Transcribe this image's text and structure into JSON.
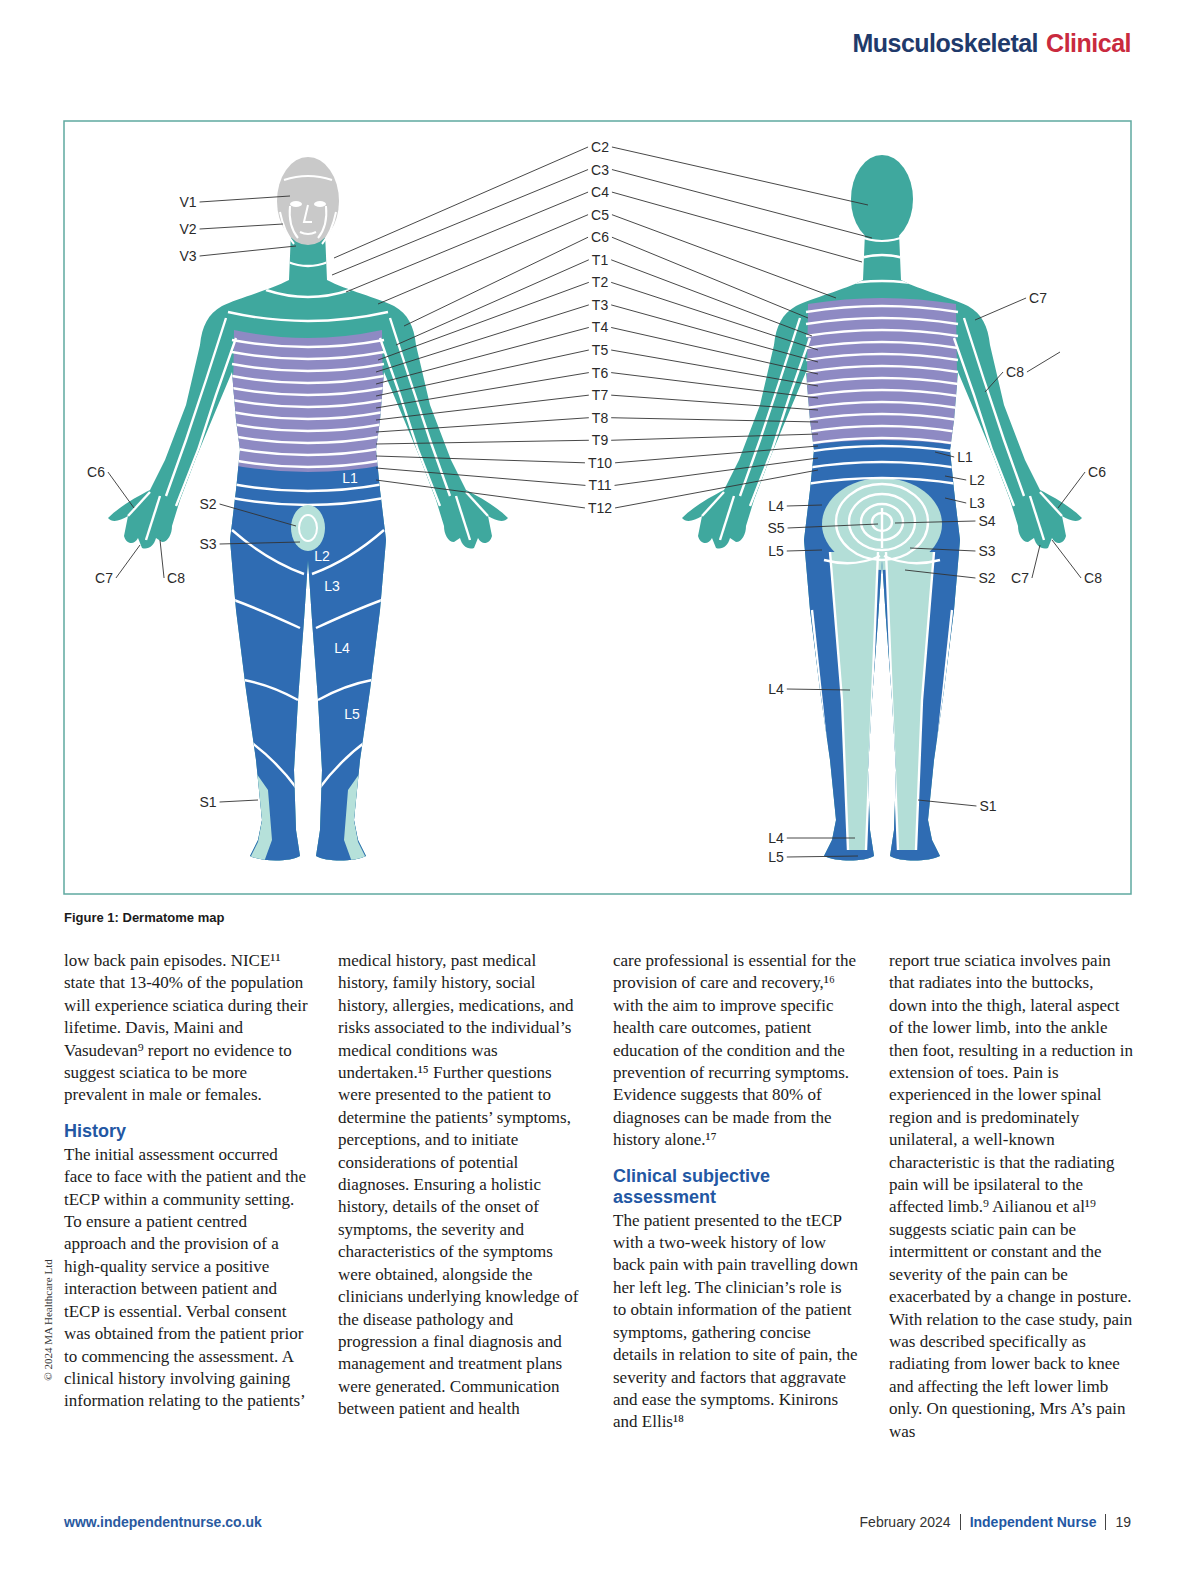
{
  "diagram": {
    "caption": "Figure 1: Dermatome map",
    "labels": [
      "Musculoskeletal",
      "Clinical",
      "C2",
      "C3",
      "C4",
      "C5",
      "C6",
      "T1",
      "T2",
      "T3",
      "T4",
      "T5",
      "T6",
      "T7",
      "T8",
      "T9",
      "T10",
      "T11",
      "T12",
      "V1",
      "V2",
      "V3",
      "C6",
      "S2",
      "S3",
      "C7",
      "C8",
      "S1",
      "L1",
      "L2",
      "L3",
      "L4",
      "L5",
      "C7",
      "C8",
      "L1",
      "L2",
      "L3",
      "S4",
      "S3",
      "S2",
      "C7",
      "C8",
      "C6",
      "S1",
      "L4",
      "S5",
      "L5",
      "L4",
      "L4",
      "L5",
      "low back pain episodes. NICE¹¹ state that 13-40% of the population will experience sciatica during their lifetime. Davis, Maini and Vasudevan⁹ report no evidence to suggest sciatica to be more prevalent in male or females.",
      "History",
      "The initial assessment occurred face to face with the patient and the tECP within a community setting. To ensure a patient centred approach and the provision of a high-quality service a positive interaction between patient and tECP is essential. Verbal consent was obtained from the patient prior to commencing the assessment. A clinical history involving gaining information relating to the patients’",
      "medical history, past medical history, family history, social history, allergies, medications, and risks associated to the individual’s medical conditions was undertaken.¹⁵ Further questions were presented to the patient to determine the patients’ symptoms, perceptions, and to initiate considerations of potential diagnoses. Ensuring a holistic history, details of the onset of symptoms, the severity and characteristics of the symptoms were obtained, alongside the clinicians underlying knowledge of the disease pathology and progression a final diagnosis and management and treatment plans were generated. Communication between patient and health",
      "care professional is essential for the provision of care and recovery,¹⁶ with the aim to improve specific health care outcomes, patient education of the condition and the prevention of recurring symptoms. Evidence suggests that 80% of diagnoses can be made from the history alone.¹⁷",
      "Clinical subjective assessment",
      "The patient presented to the tECP with a two-week history of low back pain with pain travelling down her left leg. The clinician’s role is to obtain information of the patient symptoms, gathering concise details in relation to site of pain, the severity and factors that aggravate and ease the symptoms. Kinirons and Ellis¹⁸",
      "report true sciatica involves pain that radiates into the buttocks, down into the thigh, lateral aspect of the lower limb, into the ankle then foot, resulting in a reduction in extension of toes. Pain is experienced in the lower spinal region and is predominately unilateral, a well-known characteristic is that the radiating pain will be ipsilateral to the affected limb.⁹ Ailianou et al¹⁹ suggests sciatic pain can be intermittent or constant and the severity of the pain can be exacerbated by a change in posture. With relation to the case study, pain was described specifically as radiating from lower back to knee and affecting the left lower limb only. On questioning, Mrs A’s pain was",
      "www.independentnurse.co.uk",
      "February 2024",
      "Independent Nurse",
      "19",
      "© 2024 MA Healthcare Ltd"
    ]
  }
}
